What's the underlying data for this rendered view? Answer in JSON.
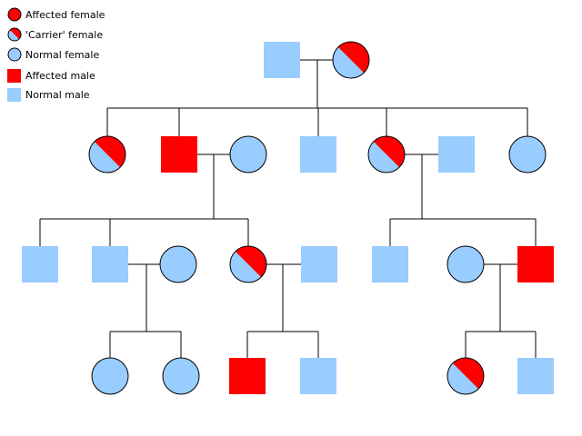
{
  "colors": {
    "affected": "#ff0000",
    "normal": "#99ccff",
    "stroke": "#000000",
    "line": "#000000"
  },
  "legend": {
    "affected_female": "Affected female",
    "carrier_female": "'Carrier' female",
    "normal_female": "Normal female",
    "affected_male": "Affected male",
    "normal_male": "Normal male"
  },
  "pedigree": {
    "generations": [
      {
        "generation": 1,
        "individuals": [
          {
            "sex": "male",
            "status": "normal"
          },
          {
            "sex": "female",
            "status": "carrier"
          }
        ]
      },
      {
        "generation": 2,
        "individuals": [
          {
            "sex": "female",
            "status": "carrier"
          },
          {
            "sex": "male",
            "status": "affected"
          },
          {
            "sex": "female",
            "status": "normal"
          },
          {
            "sex": "male",
            "status": "normal"
          },
          {
            "sex": "female",
            "status": "carrier"
          },
          {
            "sex": "male",
            "status": "normal"
          },
          {
            "sex": "female",
            "status": "normal"
          }
        ]
      },
      {
        "generation": 3,
        "individuals": [
          {
            "sex": "male",
            "status": "normal"
          },
          {
            "sex": "male",
            "status": "normal"
          },
          {
            "sex": "female",
            "status": "normal"
          },
          {
            "sex": "female",
            "status": "carrier"
          },
          {
            "sex": "male",
            "status": "normal"
          },
          {
            "sex": "male",
            "status": "normal"
          },
          {
            "sex": "female",
            "status": "normal"
          },
          {
            "sex": "male",
            "status": "affected"
          }
        ]
      },
      {
        "generation": 4,
        "individuals": [
          {
            "sex": "female",
            "status": "normal"
          },
          {
            "sex": "female",
            "status": "normal"
          },
          {
            "sex": "male",
            "status": "affected"
          },
          {
            "sex": "male",
            "status": "normal"
          },
          {
            "sex": "female",
            "status": "carrier"
          },
          {
            "sex": "male",
            "status": "normal"
          }
        ]
      }
    ]
  }
}
